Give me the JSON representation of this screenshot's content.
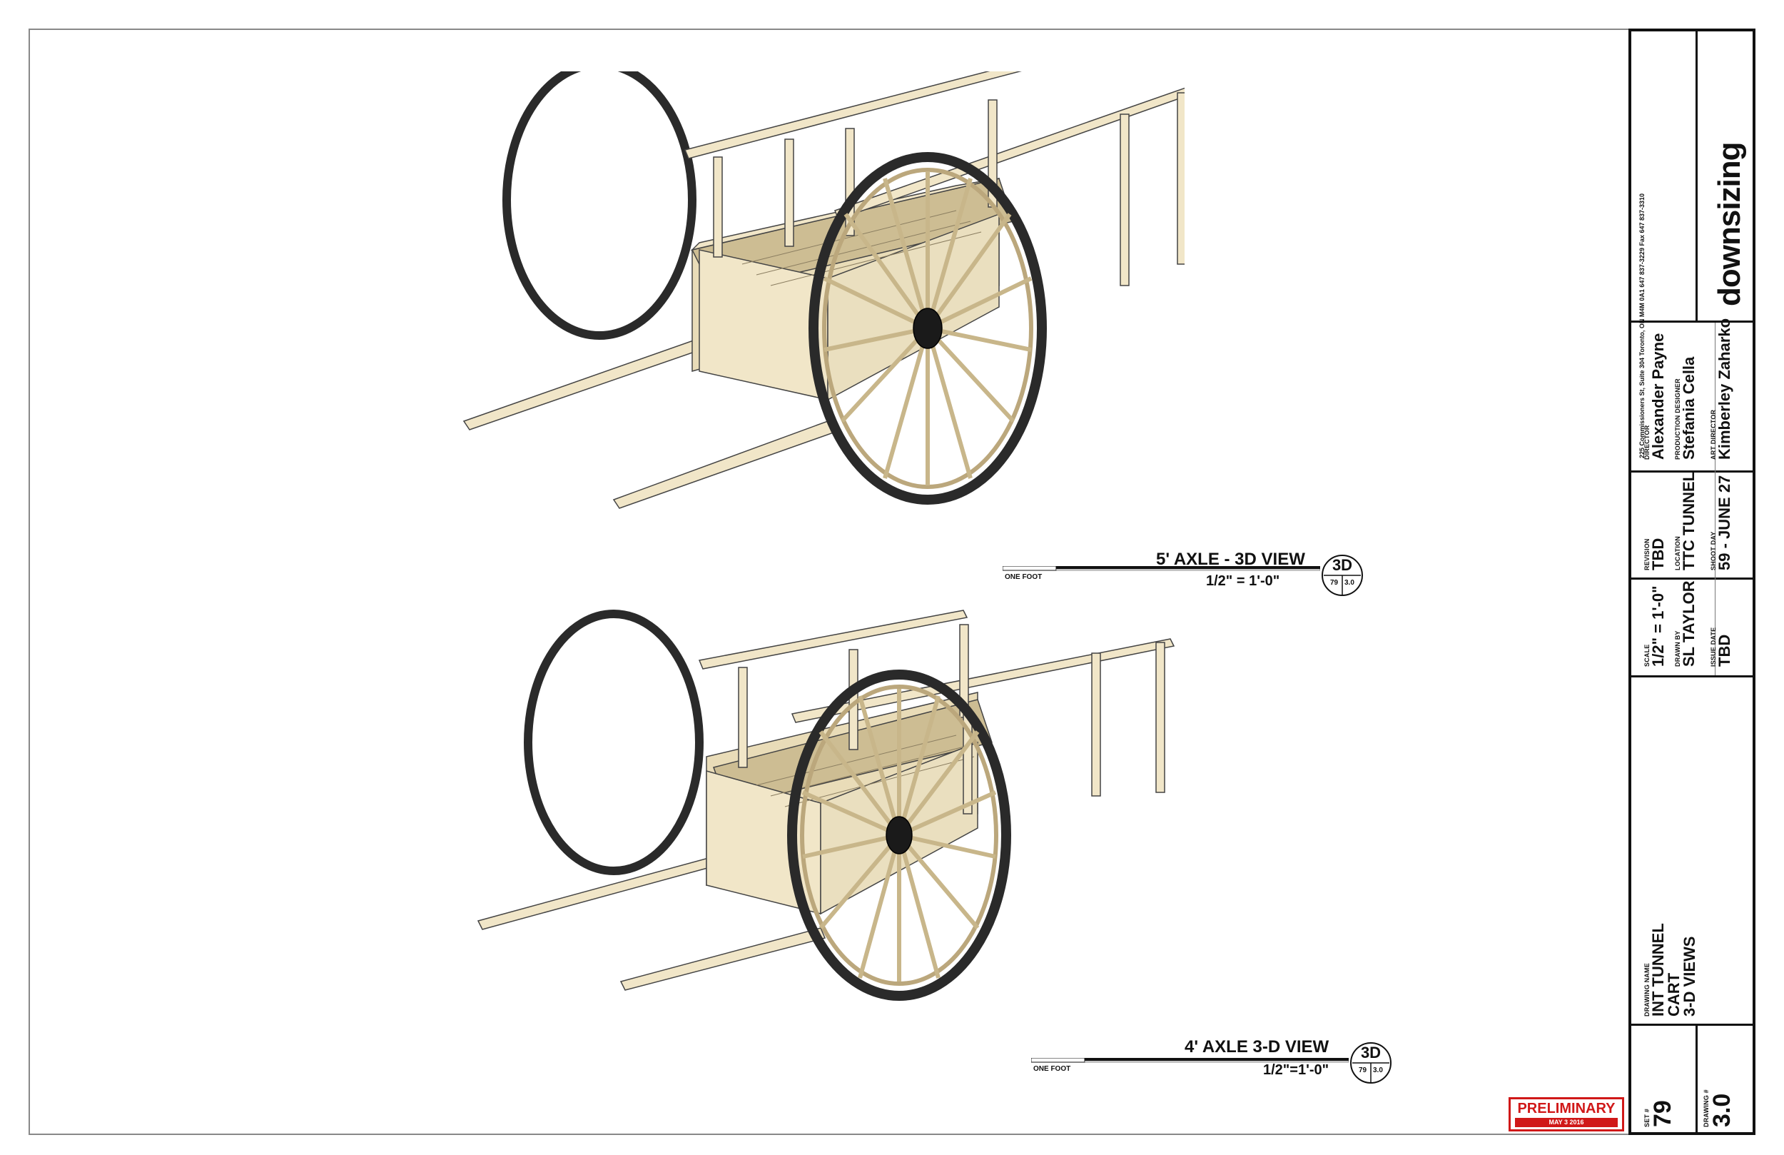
{
  "views": [
    {
      "title": "5' AXLE - 3D VIEW",
      "scale": "1/2\" = 1'-0\"",
      "bubble_top": "3D",
      "bubble_left": "79",
      "bubble_right": "3.0",
      "bar_label": "ONE FOOT"
    },
    {
      "title": "4' AXLE 3-D VIEW",
      "scale": "1/2\"=1'-0\"",
      "bubble_top": "3D",
      "bubble_left": "79",
      "bubble_right": "3.0",
      "bar_label": "ONE FOOT"
    }
  ],
  "preliminary": {
    "label": "PRELIMINARY",
    "date": "MAY 3 2016"
  },
  "title_block": {
    "company": "downsizing",
    "address": "225 Commissioners St, Suite 304   Toronto, ON M4M 0A1   647 837-3229   Fax 647 837-3310",
    "credits": [
      {
        "label": "DIRECTOR",
        "value": "Alexander Payne"
      },
      {
        "label": "PRODUCTION DESIGNER",
        "value": "Stefania Cella"
      },
      {
        "label": "ART DIRECTOR",
        "value": "Kimberley Zaharko"
      }
    ],
    "revision": {
      "label": "REVISION",
      "value": "TBD"
    },
    "location": {
      "label": "LOCATION",
      "value": "TTC TUNNEL"
    },
    "shoot_day": {
      "label": "SHOOT DAY",
      "value": "59 - JUNE 27"
    },
    "scale": {
      "label": "SCALE",
      "value": "1/2\" = 1'-0\""
    },
    "drawn_by": {
      "label": "DRAWN BY",
      "value": "SL TAYLOR"
    },
    "issue_date": {
      "label": "ISSUE DATE",
      "value": "TBD"
    },
    "drawing_name": {
      "label": "DRAWING NAME",
      "lines": [
        "INT TUNNEL",
        "CART",
        "3-D VIEWS"
      ]
    },
    "set": {
      "label": "SET #",
      "value": "79"
    },
    "drawing_no": {
      "label": "DRAWING #",
      "value": "3.0"
    }
  },
  "colors": {
    "wood": "#f1e6c8",
    "wood_shade": "#d8c8a0",
    "tire": "#2a2a2a",
    "preliminary": "#d01818"
  }
}
